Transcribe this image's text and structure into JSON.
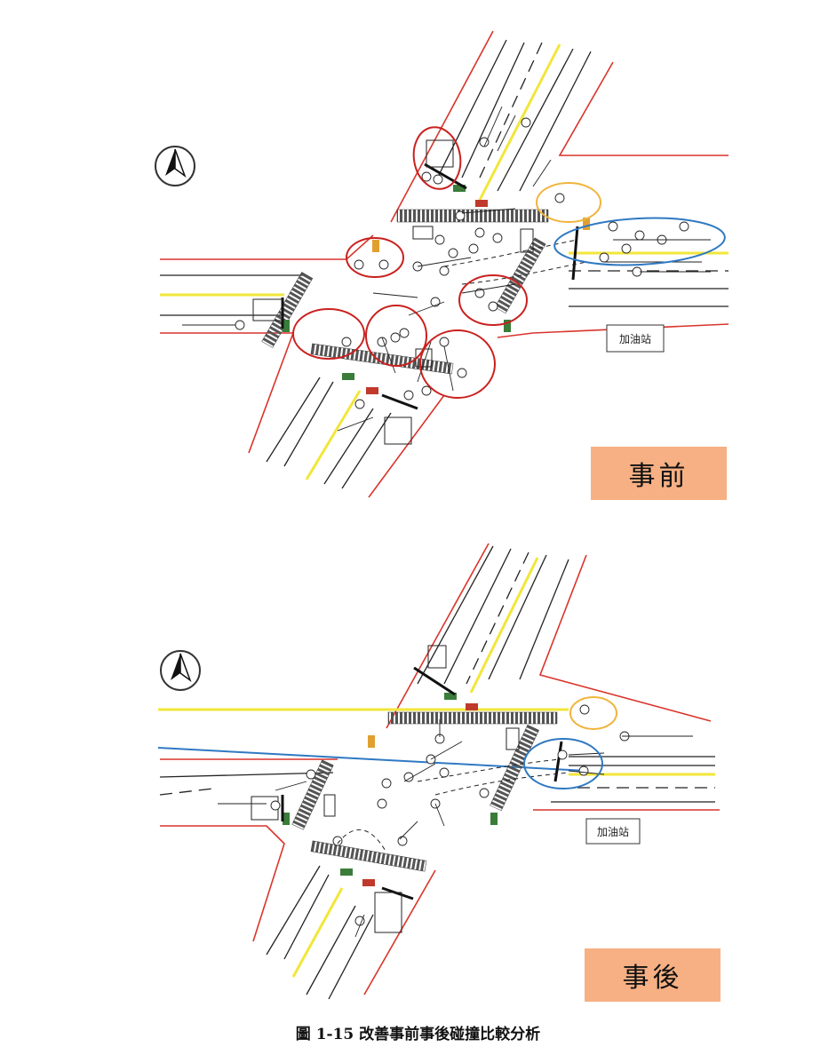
{
  "panels": {
    "before": {
      "label": "事前",
      "station": "加油站"
    },
    "after": {
      "label": "事後",
      "station": "加油站"
    }
  },
  "caption": "圖 1-15 改善事前事後碰撞比較分析",
  "colors": {
    "road_edge": "#d9342b",
    "center_line": "#f2e63a",
    "lane_line": "#222222",
    "highlight_red": "#c9211e",
    "highlight_blue": "#2f79c2",
    "highlight_orange": "#f0b43c",
    "badge_fill": "#f6b084"
  },
  "icons": [
    "north-arrow-icon",
    "traffic-signal-icon",
    "crosswalk"
  ]
}
